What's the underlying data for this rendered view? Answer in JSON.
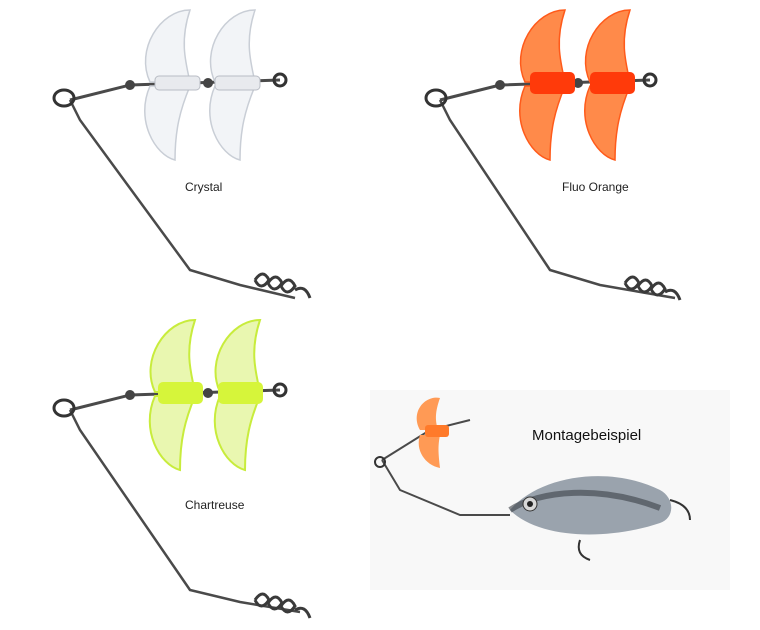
{
  "variants": [
    {
      "label": "Crystal",
      "blade_fill": "#f2f4f7",
      "blade_stroke": "#c9ced6",
      "tube_fill": "#e8eaee"
    },
    {
      "label": "Fluo Orange",
      "blade_fill": "#ff8a4a",
      "blade_stroke": "#ff5a1a",
      "tube_fill": "#ff3a0a"
    },
    {
      "label": "Chartreuse",
      "blade_fill": "#e9f7b0",
      "blade_stroke": "#c8ec3c",
      "tube_fill": "#d6f53a"
    }
  ],
  "example": {
    "title": "Montagebeispiel",
    "lure_body": "#9aa3ad",
    "blade_fill": "#ff9a55"
  },
  "colors": {
    "wire": "#4a4a4a",
    "background": "#ffffff"
  }
}
